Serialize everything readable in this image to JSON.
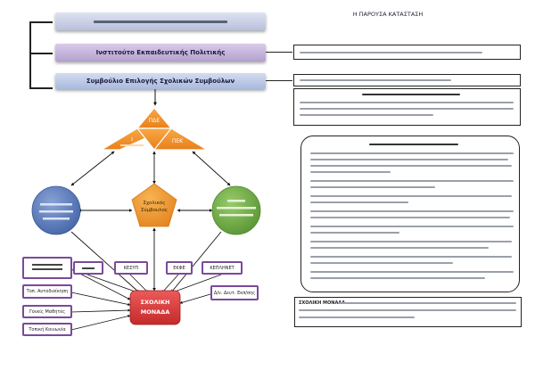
{
  "header": {
    "current_state_title": "Η ΠΑΡΟΥΣΑ ΚΑΤΑΣΤΑΣΗ"
  },
  "bands": {
    "policy": "Ινστιτούτο Εκπαιδευτικής Πολιτικής",
    "advisors": "Συμβούλιο Επιλογής Σχολικών Συμβούλων"
  },
  "nodes": {
    "pde": "ΠΔΕ",
    "pek": "ΠΕΚ",
    "school_advisor_1": "Σχολικός",
    "school_advisor_2": "Σύμβουλος",
    "school_unit_1": "ΣΧΟΛΙΚΗ",
    "school_unit_2": "ΜΟΝΑΔΑ"
  },
  "row_boxes": {
    "kesyp": "ΚΕΣΥΠ",
    "ekfe": "ΕΚΦΕ",
    "kpe": "ΚΕΠΛΗΝΕΤ"
  },
  "left_boxes": {
    "parents": "Γονείς Μαθητές",
    "local_gov": "Τοπ. Αυτοδιοίκηση",
    "local_society": "Τοπική Κοινωνία"
  },
  "right_box": {
    "label": "Δ/ν. Δευτ. Εκπ/σης"
  },
  "notes": {
    "bottom_lead": "ΣΧΟΛΙΚΗ ΜΟΝΑΔΑ"
  },
  "colors": {
    "band_top": "#c9cfe6",
    "band_policy": "#c7b6dd",
    "band_advisors": "#bccbe6",
    "triangle": "#f29228",
    "blue_node": "#5b77b6",
    "orange_node": "#f09a2c",
    "green_node": "#6ea940",
    "school": "#d83a3a",
    "box_border": "#7a4a9a"
  },
  "icons": {
    "connector": "arrow-icon"
  }
}
